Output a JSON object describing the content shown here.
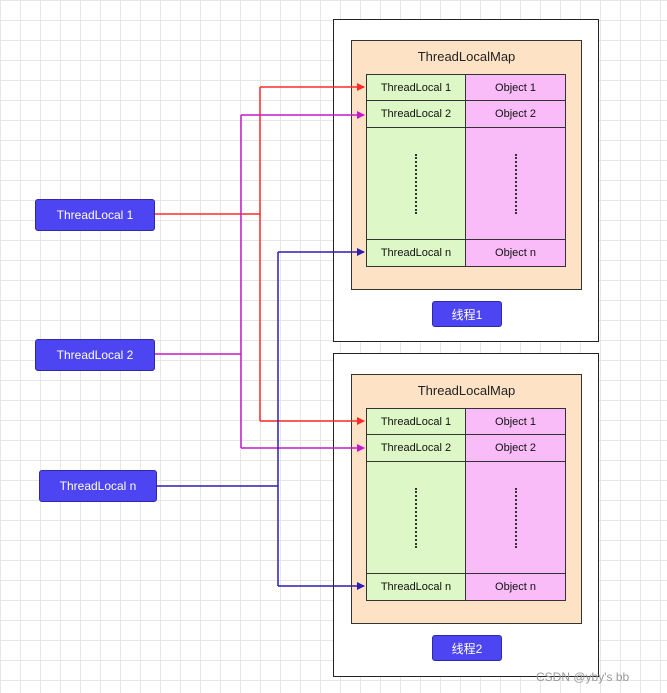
{
  "thread_local_boxes": [
    {
      "label": "ThreadLocal 1"
    },
    {
      "label": "ThreadLocal 2"
    },
    {
      "label": "ThreadLocal n"
    }
  ],
  "threads": [
    {
      "label": "线程1",
      "map_title": "ThreadLocalMap",
      "rows": [
        {
          "key": "ThreadLocal 1",
          "value": "Object 1"
        },
        {
          "key": "ThreadLocal 2",
          "value": "Object 2"
        },
        {
          "key": "ThreadLocal n",
          "value": "Object n"
        }
      ]
    },
    {
      "label": "线程2",
      "map_title": "ThreadLocalMap",
      "rows": [
        {
          "key": "ThreadLocal 1",
          "value": "Object 1"
        },
        {
          "key": "ThreadLocal 2",
          "value": "Object 2"
        },
        {
          "key": "ThreadLocal n",
          "value": "Object n"
        }
      ]
    }
  ],
  "colors": {
    "arrow_1": "#ff2a2a",
    "arrow_2": "#c21cc9",
    "arrow_n": "#2a1fb0",
    "key_column": "#def7c6",
    "value_column": "#f9bcf9",
    "map_background": "#fde2c6",
    "label_box": "#4d45f2"
  },
  "watermark": "CSDN @yby's bb"
}
